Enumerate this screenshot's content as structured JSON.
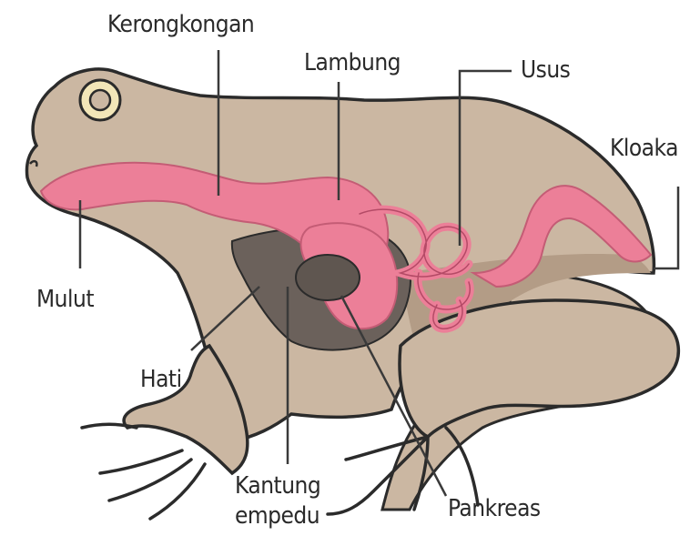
{
  "labels": {
    "kerongkongan": "Kerongkongan",
    "lambung": "Lambung",
    "usus": "Usus",
    "kloaka": "Kloaka",
    "mulut": "Mulut",
    "hati": "Hati",
    "kantung_empedu_line1": "Kantung",
    "kantung_empedu_line2": "empedu",
    "pankreas": "Pankreas"
  },
  "colors": {
    "skin": "#cbb7a2",
    "skin_shadow": "#b39c86",
    "outline": "#2b2b2b",
    "organ_pink": "#ec7f98",
    "organ_pink_light": "#f6b3c3",
    "liver": "#6b615b",
    "eye_ring": "#f2e6b8"
  }
}
